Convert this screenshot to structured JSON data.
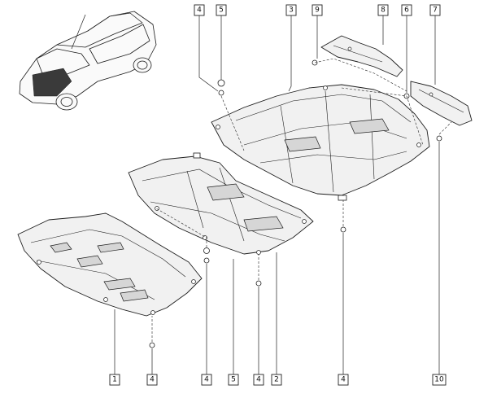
{
  "callouts": [
    {
      "id": "c4-top",
      "label": "4"
    },
    {
      "id": "c5-top",
      "label": "5"
    },
    {
      "id": "c3-top",
      "label": "3"
    },
    {
      "id": "c9-top",
      "label": "9"
    },
    {
      "id": "c8-top",
      "label": "8"
    },
    {
      "id": "c6-top",
      "label": "6"
    },
    {
      "id": "c7-top",
      "label": "7"
    },
    {
      "id": "c1-bottom",
      "label": "1"
    },
    {
      "id": "c4-bottom-a",
      "label": "4"
    },
    {
      "id": "c4-bottom-b",
      "label": "4"
    },
    {
      "id": "c5-bottom",
      "label": "5"
    },
    {
      "id": "c4-bottom-c",
      "label": "4"
    },
    {
      "id": "c2-bottom",
      "label": "2"
    },
    {
      "id": "c4-bottom-d",
      "label": "4"
    },
    {
      "id": "c10-bottom",
      "label": "10"
    }
  ]
}
